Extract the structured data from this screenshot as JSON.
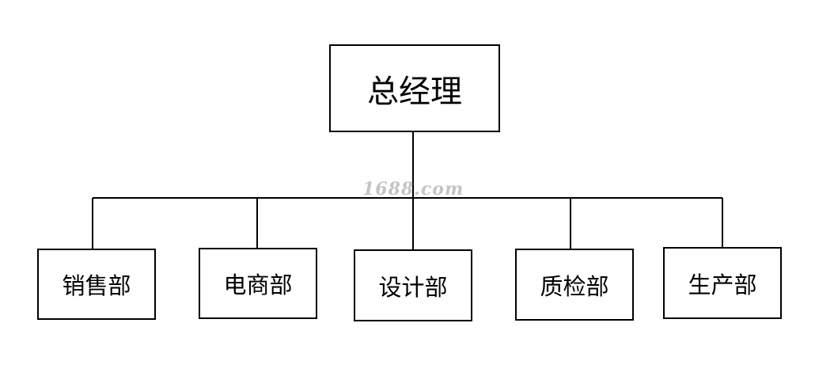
{
  "org": {
    "root": "总经理",
    "departments": [
      "销售部",
      "电商部",
      "设计部",
      "质检部",
      "生产部"
    ]
  },
  "watermark": "1688.com",
  "colors": {
    "line": "#000000",
    "box_border": "#000000",
    "background": "#ffffff",
    "watermark": "#c4c4c4"
  }
}
